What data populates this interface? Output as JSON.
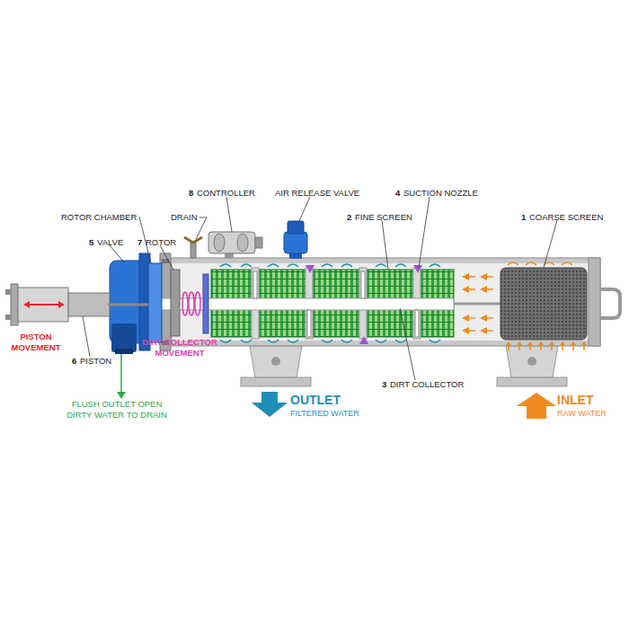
{
  "diagram": {
    "labels": [
      "8",
      "CONTROLLER",
      "AIR RELEASE VALVE",
      "4",
      "SUCTION NOZZLE",
      "ROTOR CHAMBER",
      "DRAIN",
      "2",
      "FINE SCREEN",
      "1",
      "COARSE SCREEN",
      "5",
      "VALVE",
      "7",
      "ROTOR",
      "PISTON MOVEMENT",
      "6",
      "PISTON",
      "DIRT COLLECTOR MOVEMENT",
      "3",
      "DIRT COLLECTOR",
      "FLUSH OUTLET OPEN DIRTY WATER TO DRAIN",
      "OUTLET",
      "FILTERED WATER",
      "INLET",
      "RAW WATER"
    ]
  }
}
